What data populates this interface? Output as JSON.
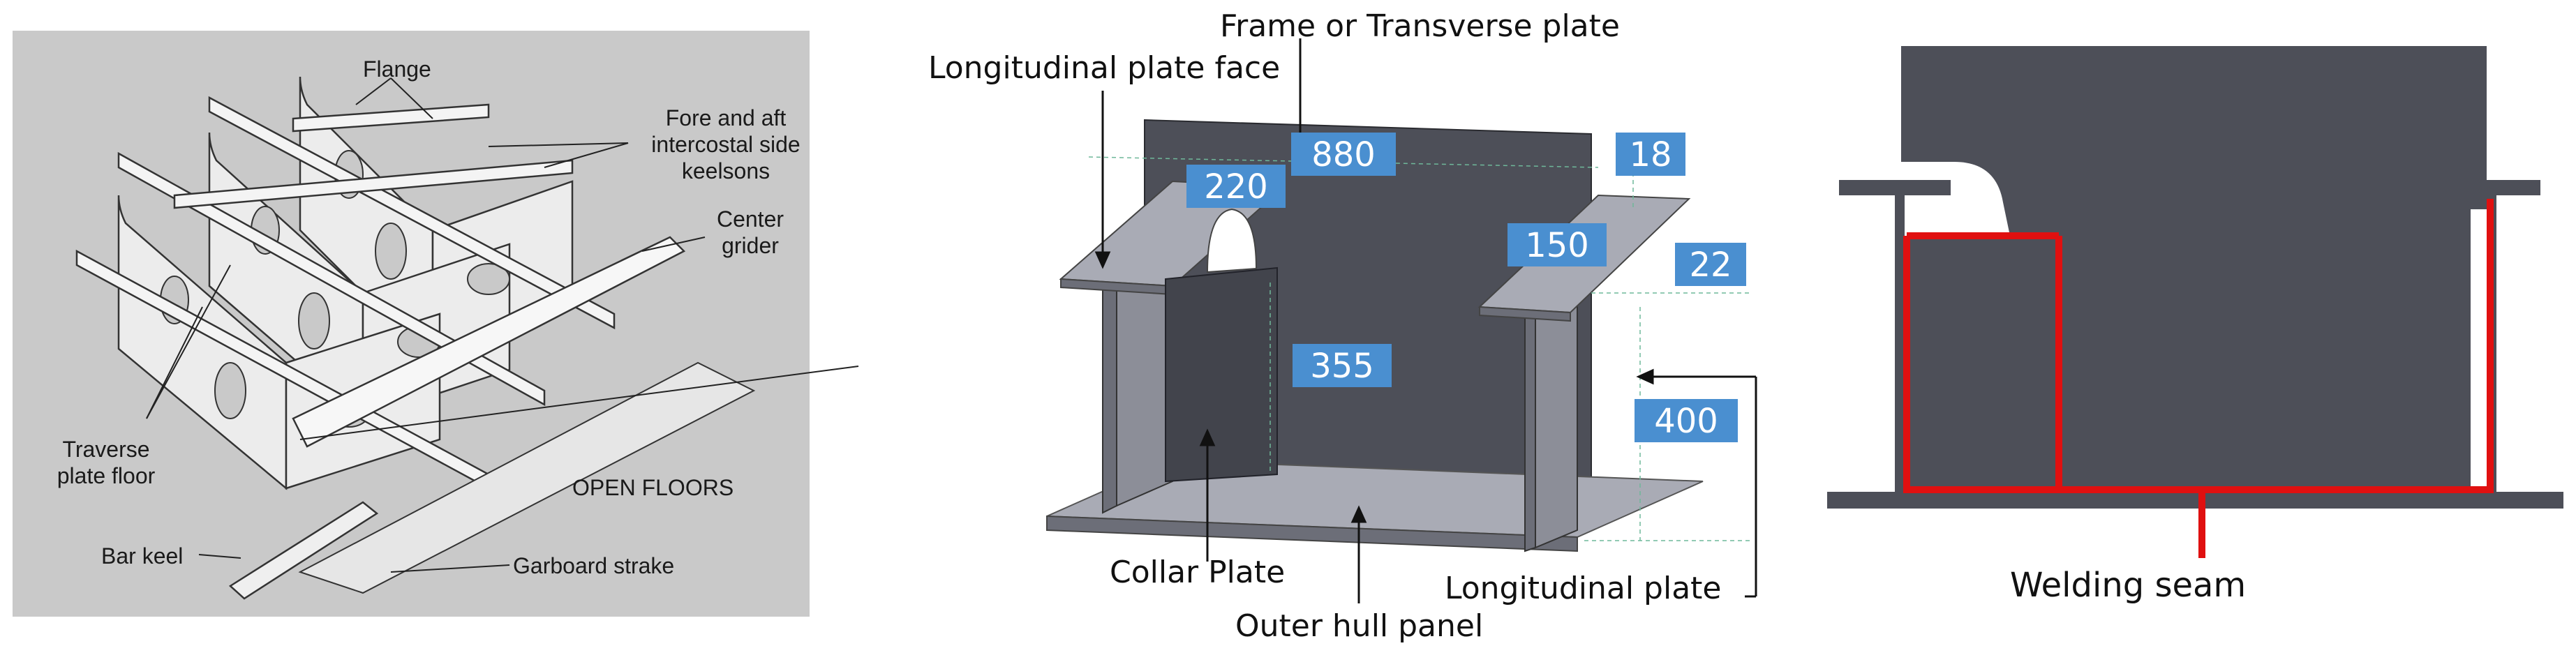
{
  "colors": {
    "left_bg": "#c9c9c9",
    "plate_dark": "#4d4f58",
    "plate_side": "#8c8e98",
    "plate_top": "#a9abb5",
    "dim_box": "#4a8fd0",
    "weld": "#e01010"
  },
  "left_panel": {
    "labels": {
      "flange": "Flange",
      "keelsons": [
        "Fore and aft",
        "intercostal side",
        "keelsons"
      ],
      "center_girder": [
        "Center",
        "grider"
      ],
      "traverse": [
        "Traverse",
        "plate floor"
      ],
      "open_floors": "OPEN FLOORS",
      "bar_keel": "Bar keel",
      "garboard": "Garboard strake"
    }
  },
  "mid_panel": {
    "labels": {
      "frame": "Frame or Transverse plate",
      "long_face": "Longitudinal plate face",
      "collar": "Collar Plate",
      "outer_hull": "Outer hull panel",
      "long_plate": "Longitudinal plate"
    },
    "dims": {
      "d880": "880",
      "d220": "220",
      "d18": "18",
      "d150": "150",
      "d22": "22",
      "d355": "355",
      "d400": "400"
    }
  },
  "right_panel": {
    "labels": {
      "welding": "Welding seam"
    }
  }
}
